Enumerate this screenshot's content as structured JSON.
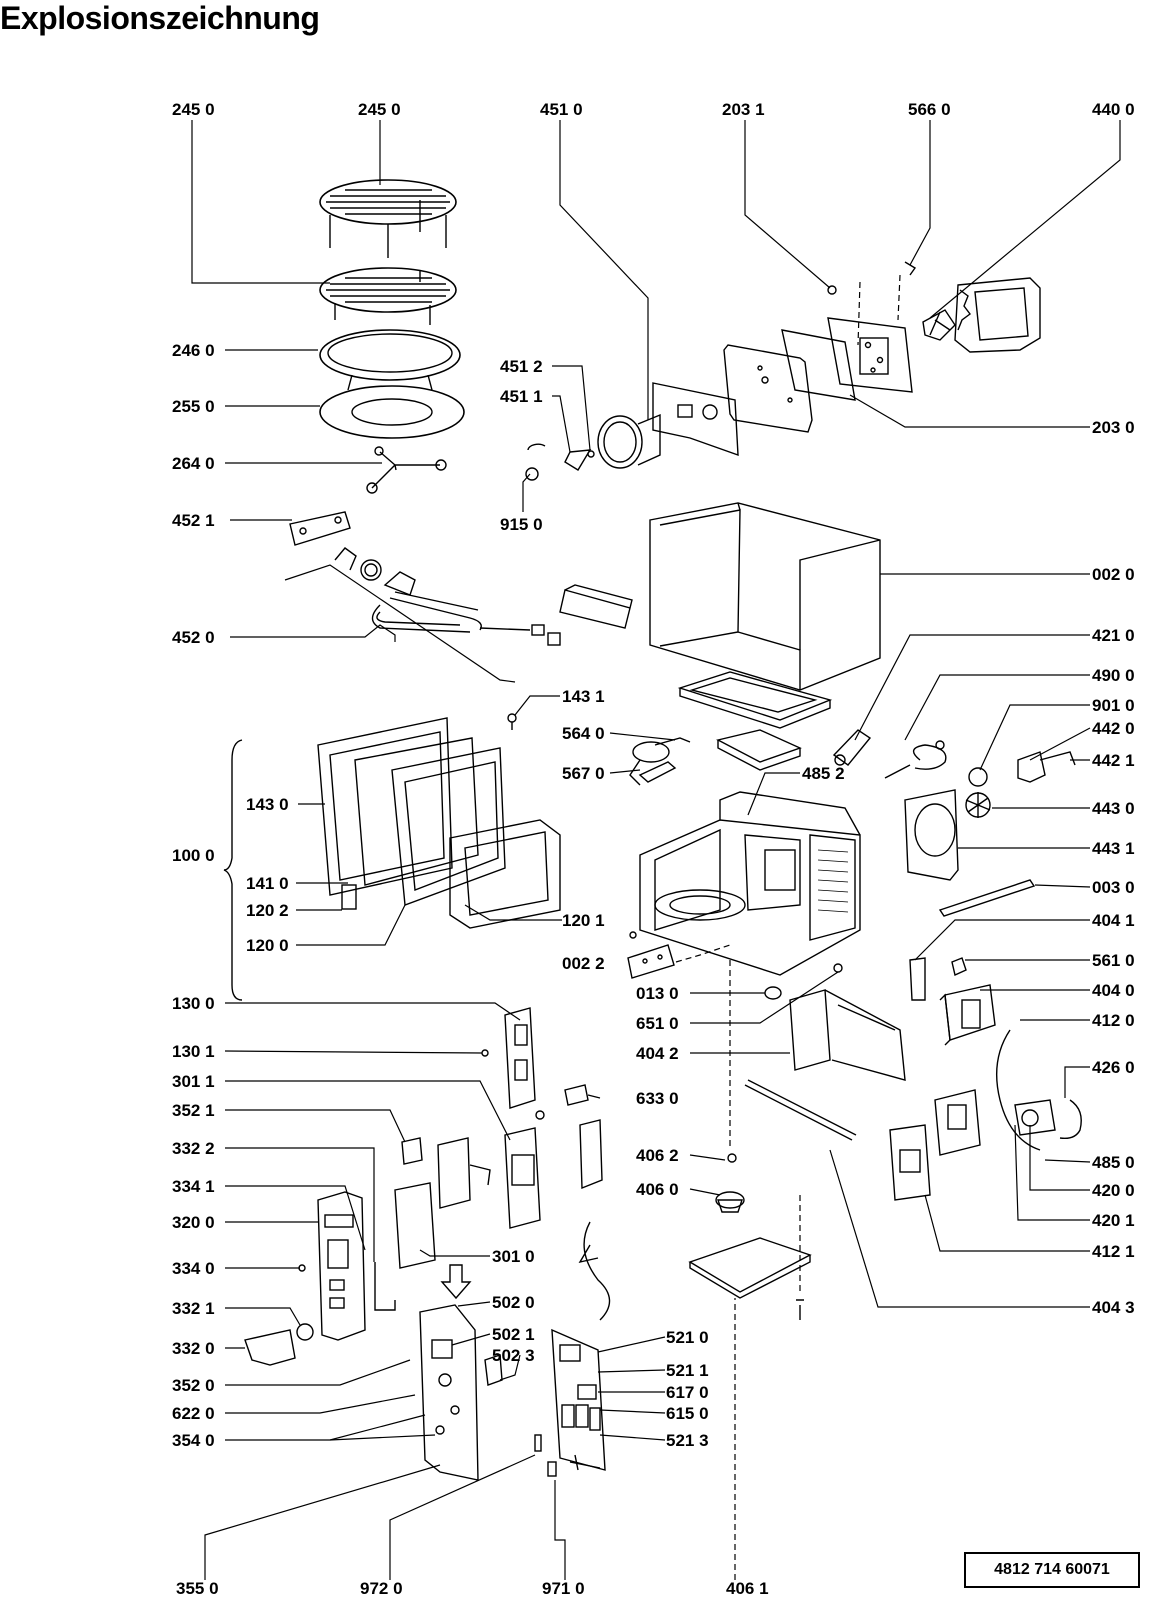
{
  "title": "Explosionszeichnung",
  "doc_number": "4812  714  60071",
  "labels": {
    "l2450a": "245 0",
    "l2450b": "245 0",
    "l4510": "451 0",
    "l2031": "203 1",
    "l5660": "566 0",
    "l4400": "440 0",
    "l2460": "246 0",
    "l2550": "255 0",
    "l2640": "264 0",
    "l4512": "451 2",
    "l4511": "451 1",
    "l9150": "915 0",
    "l2030": "203 0",
    "l4521": "452 1",
    "l0020": "002 0",
    "l4520": "452 0",
    "l4210": "421 0",
    "l4900": "490 0",
    "l9010": "901 0",
    "l4420": "442 0",
    "l4421": "442 1",
    "l1431": "143 1",
    "l5640": "564 0",
    "l5670": "567 0",
    "l4852": "485 2",
    "l1430": "143 0",
    "l4430": "443 0",
    "l4431": "443 1",
    "l1000": "100 0",
    "l1410": "141 0",
    "l0030": "003 0",
    "l1202": "120 2",
    "l4041": "404 1",
    "l1201": "120 1",
    "l1200": "120 0",
    "l0022": "002 2",
    "l5610": "561 0",
    "l0130": "013 0",
    "l4040": "404 0",
    "l1300": "130 0",
    "l6510": "651 0",
    "l4120": "412 0",
    "l1301": "130 1",
    "l4042": "404 2",
    "l4260": "426 0",
    "l3011": "301 1",
    "l6330": "633 0",
    "l3521": "352 1",
    "l3322": "332 2",
    "l4062": "406 2",
    "l4850": "485 0",
    "l3341": "334 1",
    "l4060": "406 0",
    "l4200": "420 0",
    "l3200": "320 0",
    "l4201": "420 1",
    "l3010": "301 0",
    "l4121": "412 1",
    "l3340": "334 0",
    "l5020": "502 0",
    "l4043": "404 3",
    "l3321": "332 1",
    "l5021": "502 1",
    "l5210": "521 0",
    "l3320": "332 0",
    "l5023": "502 3",
    "l5211": "521 1",
    "l3520": "352 0",
    "l6170": "617 0",
    "l6220": "622 0",
    "l6150": "615 0",
    "l3540": "354 0",
    "l5213": "521 3",
    "l3550": "355 0",
    "l9720": "972 0",
    "l9710": "971 0",
    "l4061": "406 1"
  }
}
